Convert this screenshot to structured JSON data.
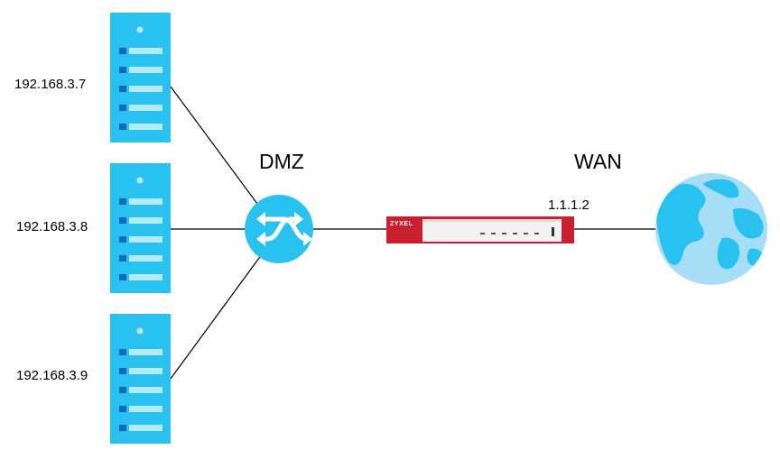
{
  "zones": {
    "dmz": "DMZ",
    "wan": "WAN"
  },
  "servers": [
    {
      "ip": "192.168.3.7"
    },
    {
      "ip": "192.168.3.8"
    },
    {
      "ip": "192.168.3.9"
    }
  ],
  "firewall": {
    "brand": "ZYXEL",
    "wan_ip": "1.1.1.2"
  },
  "icons": {
    "server": "server-icon",
    "switch": "switch-icon",
    "firewall": "firewall-icon",
    "internet": "globe-icon"
  },
  "colors": {
    "server_body": "#29C1F0",
    "server_slot": "#B5EAFB",
    "server_led": "#0B6BBF",
    "switch": "#29C1F0",
    "firewall_red": "#C8202E",
    "globe_ocean": "#A6DDF7",
    "globe_land": "#29C1F0"
  }
}
